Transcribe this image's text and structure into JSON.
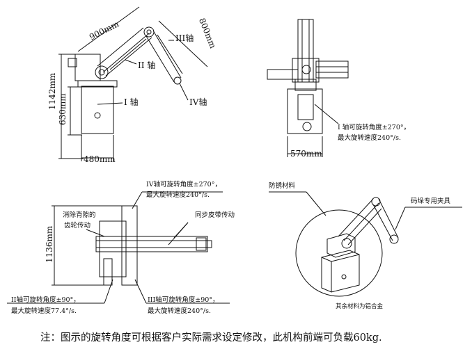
{
  "dimensions": {
    "arm_upper": "900mm",
    "arm_lower": "800mm",
    "total_height": "1142mm",
    "base_height": "630mm",
    "base_width_side": "480mm",
    "base_width_front": "570mm",
    "top_view_height": "1136mm"
  },
  "axes": {
    "axis1": "I 轴",
    "axis2": "II 轴",
    "axis3": "III轴",
    "axis4": "IV轴"
  },
  "specs": {
    "axis1_line1": "I 轴可旋转角度±270°，",
    "axis1_line2": "最大旋转速度240°/s.",
    "axis4_line1": "IV轴可旋转角度±270°，",
    "axis4_line2": "最大旋转速度240°/s.",
    "axis2_line1": "II轴可旋转角度±90°，",
    "axis2_line2": "最大旋转速度77.4°/s.",
    "axis3_line1": "III轴可旋转角度±90°，",
    "axis3_line2": "最大旋转速度240°/s."
  },
  "callouts": {
    "backlash_gear_1": "消除背隙的",
    "backlash_gear_2": "齿轮传动",
    "sync_belt": "同步皮带传动",
    "rust_material": "防锈材料",
    "gripper": "码垛专用夹具",
    "aluminum_note": "其余材料为铝合金"
  },
  "footer_note": "注：图示的旋转角度可根据客户实际需求设定修改，此机构前端可负载60kg."
}
